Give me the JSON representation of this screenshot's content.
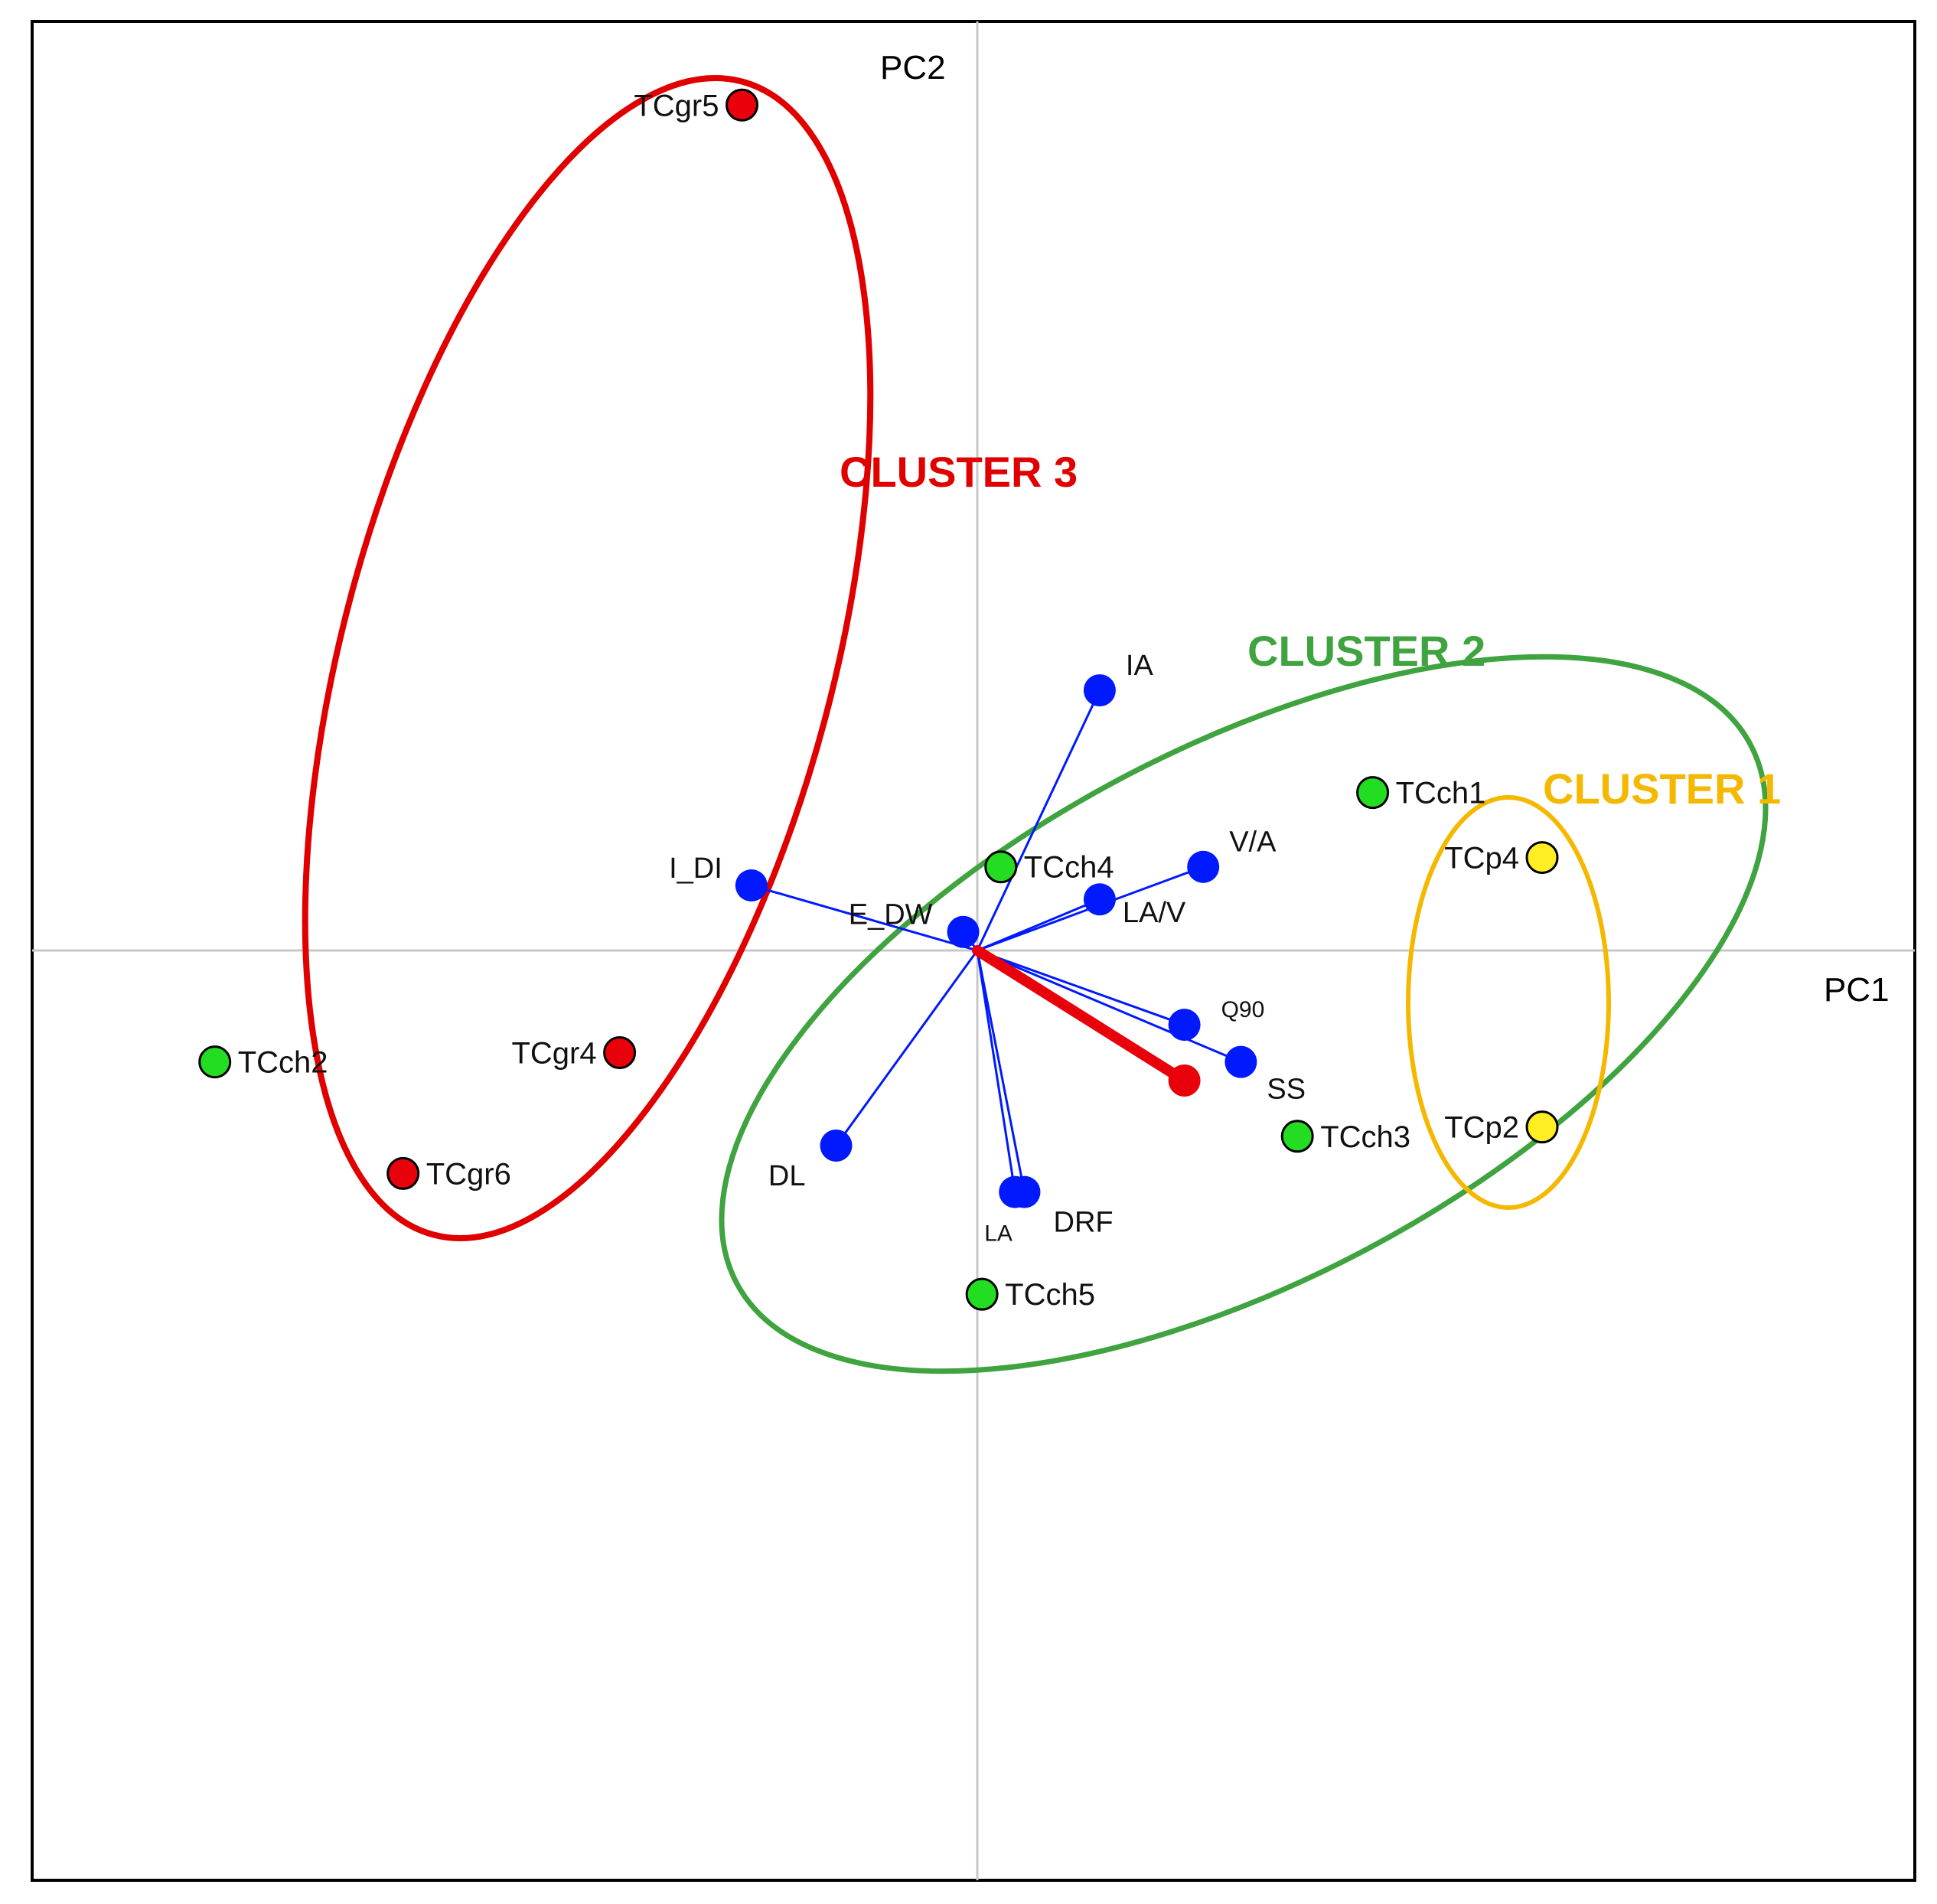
{
  "chart_data": {
    "type": "scatter",
    "title": "",
    "xlabel": "PC1",
    "ylabel": "PC2",
    "grid": false,
    "legend": "none",
    "colors": {
      "red": "#e8000b",
      "green": "#22dd22",
      "yellow": "#ffee22",
      "blue": "#0019ff",
      "cluster1": "#f5b800",
      "cluster2": "#3fa33f",
      "cluster3": "#e00000",
      "axis": "#c8c8c8",
      "frame": "#000000"
    },
    "points": [
      {
        "label": "TCgr5",
        "x": -0.25,
        "y": 0.91,
        "color": "red"
      },
      {
        "label": "TCgr4",
        "x": -0.38,
        "y": -0.11,
        "color": "red"
      },
      {
        "label": "TCgr6",
        "x": -0.61,
        "y": -0.24,
        "color": "red"
      },
      {
        "label": "TCch2",
        "x": -0.81,
        "y": -0.12,
        "color": "green"
      },
      {
        "label": "TCch4",
        "x": 0.025,
        "y": 0.09,
        "color": "green"
      },
      {
        "label": "TCch1",
        "x": 0.42,
        "y": 0.17,
        "color": "green"
      },
      {
        "label": "TCch3",
        "x": 0.34,
        "y": -0.2,
        "color": "green"
      },
      {
        "label": "TCch5",
        "x": 0.005,
        "y": -0.37,
        "color": "green"
      },
      {
        "label": "TCp4",
        "x": 0.6,
        "y": 0.1,
        "color": "yellow"
      },
      {
        "label": "TCp2",
        "x": 0.6,
        "y": -0.19,
        "color": "yellow"
      }
    ],
    "variables": [
      {
        "label": "IA",
        "x": 0.13,
        "y": 0.28
      },
      {
        "label": "V/A",
        "x": 0.24,
        "y": 0.09
      },
      {
        "label": "LA/V",
        "x": 0.13,
        "y": 0.055
      },
      {
        "label": "I_DI",
        "x": -0.24,
        "y": 0.07
      },
      {
        "label": "E_DW",
        "x": -0.015,
        "y": 0.02
      },
      {
        "label": "Q90",
        "x": 0.22,
        "y": -0.08
      },
      {
        "label": "SS",
        "x": 0.28,
        "y": -0.12
      },
      {
        "label": "DL",
        "x": -0.15,
        "y": -0.21
      },
      {
        "label": "LA",
        "x": 0.04,
        "y": -0.26
      },
      {
        "label": "DRF",
        "x": 0.05,
        "y": -0.26
      }
    ],
    "supplementary_vector": {
      "x": 0.22,
      "y": -0.14,
      "color": "red"
    },
    "clusters": [
      {
        "name": "CLUSTER 1",
        "color": "cluster1"
      },
      {
        "name": "CLUSTER 2",
        "color": "cluster2"
      },
      {
        "name": "CLUSTER 3",
        "color": "cluster3"
      }
    ],
    "xlim": [
      -1.0,
      1.0
    ],
    "ylim": [
      -1.0,
      1.0
    ]
  }
}
